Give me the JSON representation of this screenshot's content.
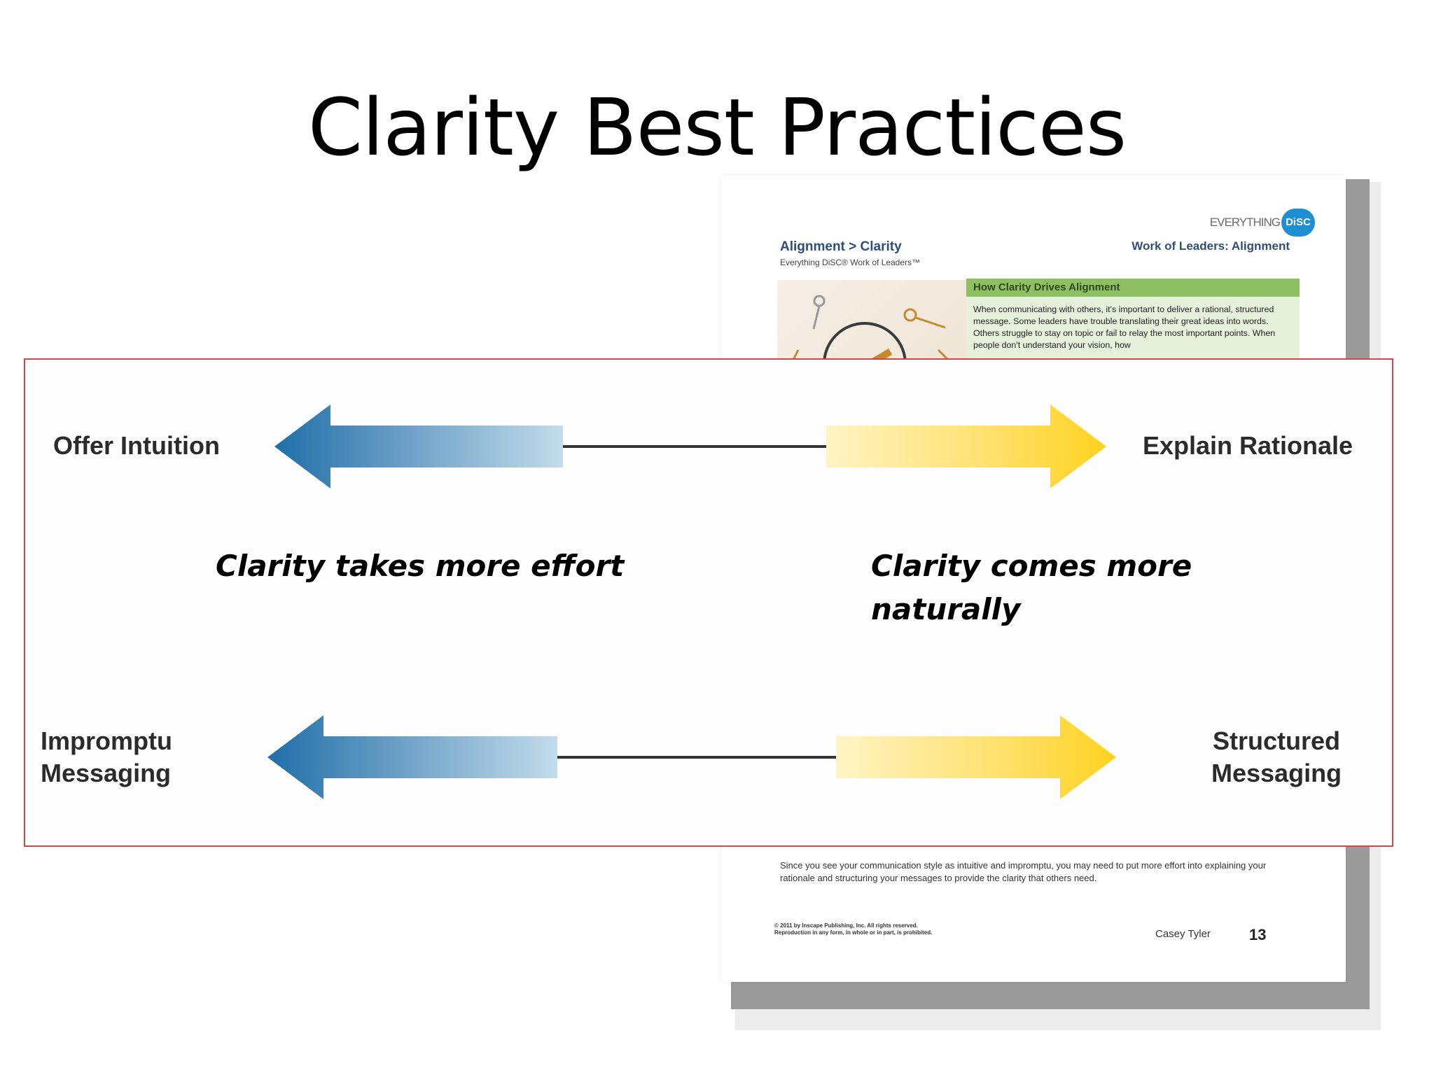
{
  "slide": {
    "title": "Clarity Best Practices"
  },
  "document": {
    "brand": "EVERYTHING",
    "brand_badge": "DiSC",
    "section": "Alignment > Clarity",
    "subtitle": "Everything DiSC® Work of Leaders™",
    "header_right": "Work of Leaders: Alignment",
    "box_title": "How Clarity Drives Alignment",
    "box_text": "When communicating with others, it's important to deliver a rational, structured message. Some leaders have trouble translating their great ideas into words. Others struggle to stay on topic or fail to relay the most important points. When people don't understand your vision, how",
    "bottom_text": "Since you see your communication style as intuitive and impromptu, you may need to put more effort into explaining your rationale and structuring your messages to provide the clarity that others need.",
    "copyright_line1": "© 2011 by Inscape Publishing, Inc. All rights reserved.",
    "copyright_line2": "Reproduction in any form, in whole or in part, is prohibited.",
    "name": "Casey Tyler",
    "page_number": "13"
  },
  "diagram": {
    "rows": [
      {
        "left_label": "Offer Intuition",
        "right_label": "Explain Rationale"
      },
      {
        "left_label_line1": "Impromptu",
        "left_label_line2": "Messaging",
        "right_label_line1": "Structured",
        "right_label_line2": "Messaging"
      }
    ],
    "caption_left": "Clarity takes more effort",
    "caption_right_line1": "Clarity comes more",
    "caption_right_line2": "naturally",
    "colors": {
      "left_arrow": "#1f6fa8",
      "right_arrow": "#ffd21f",
      "border": "#c94a4a"
    }
  }
}
